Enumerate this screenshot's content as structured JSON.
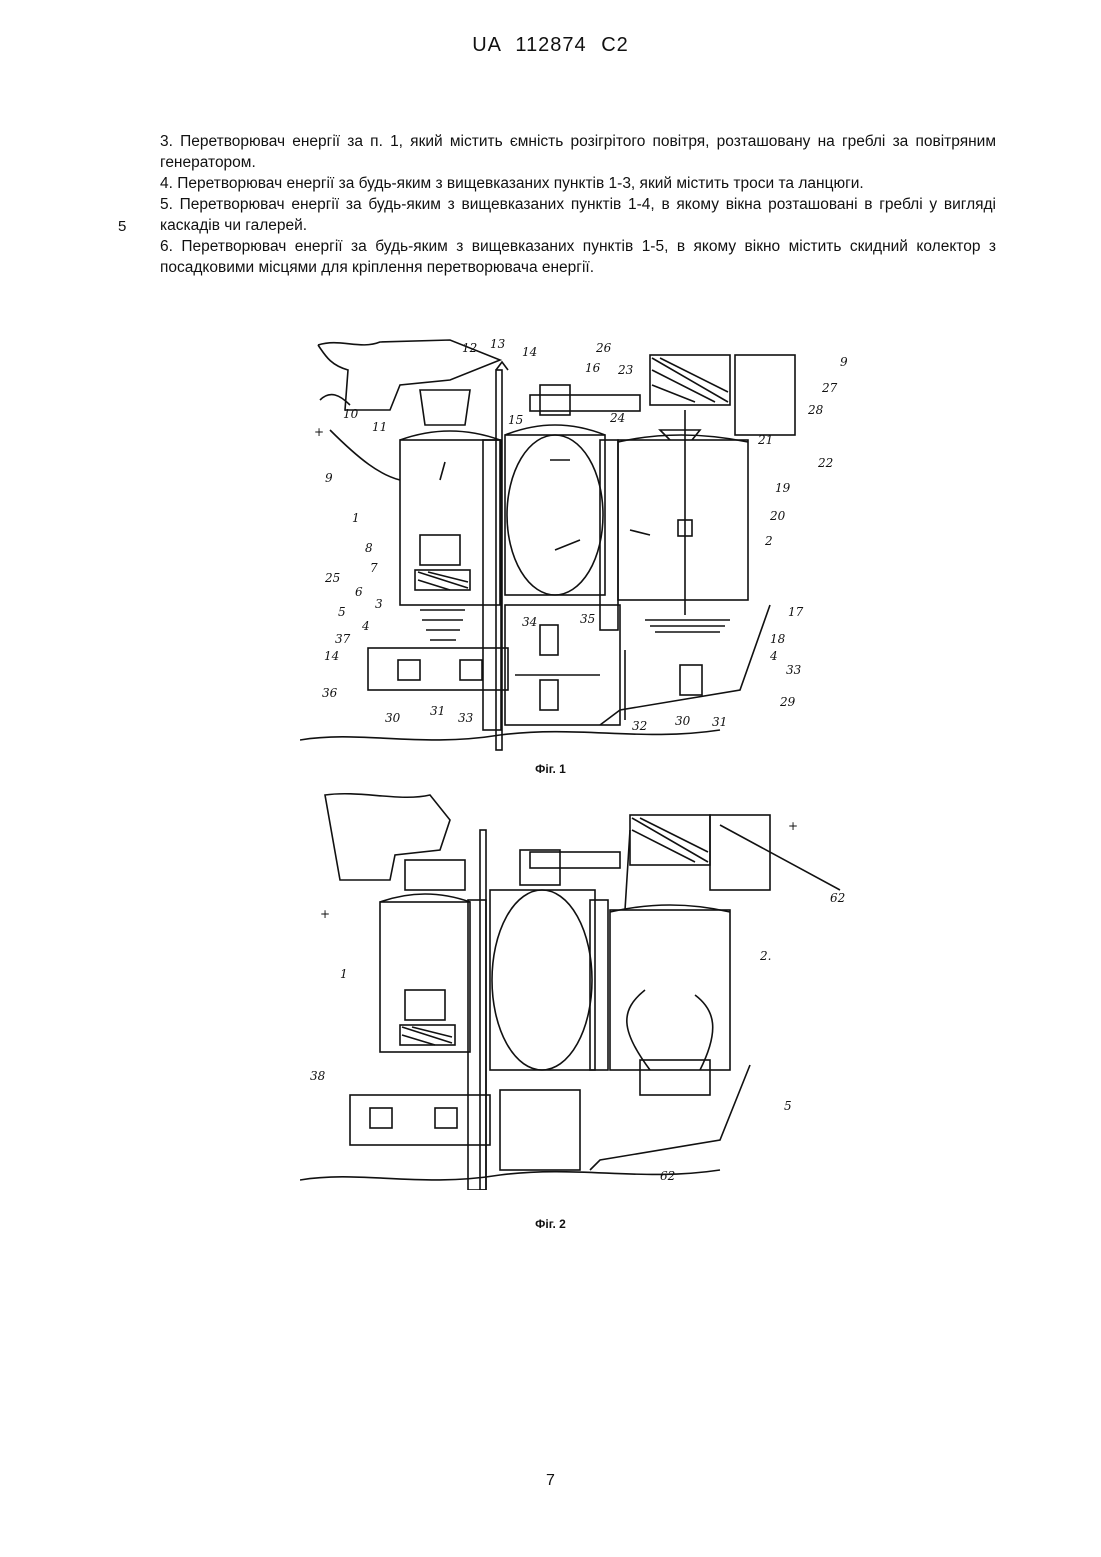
{
  "header": {
    "patent_number": "UA   112874   C2"
  },
  "claims": [
    "3. Перетворювач енергії за п. 1, який містить ємність розігрітого повітря, розташовану на греблі за повітряним генератором.",
    "4. Перетворювач енергії за будь-яким з вищевказаних пунктів 1-3, який містить троси та ланцюги.",
    "5. Перетворювач енергії за будь-яким з вищевказаних пунктів 1-4, в якому вікна розташовані в греблі у вигляді каскадів чи галерей.",
    "6. Перетворювач енергії за будь-яким з вищевказаних пунктів 1-5, в якому вікно містить скидний колектор з посадковими місцями для кріплення перетворювача енергії."
  ],
  "line_number": "5",
  "figures": [
    {
      "caption": "Фіг. 1",
      "labels": [
        "12",
        "13",
        "14",
        "26",
        "16",
        "23",
        "9",
        "27",
        "28",
        "10",
        "11",
        "15",
        "24",
        "21",
        "22",
        "9",
        "+",
        "1",
        "19",
        "20",
        "2",
        "8",
        "7",
        "25",
        "6",
        "3",
        "5",
        "4",
        "17",
        "18",
        "4",
        "37",
        "14",
        "34",
        "35",
        "33",
        "36",
        "30",
        "31",
        "32",
        "30",
        "31",
        "29",
        "33"
      ]
    },
    {
      "caption": "Фіг. 2",
      "labels": [
        "1",
        "2.",
        "38",
        "62",
        "5",
        "62",
        "+",
        "+"
      ]
    }
  ],
  "page_number": "7"
}
